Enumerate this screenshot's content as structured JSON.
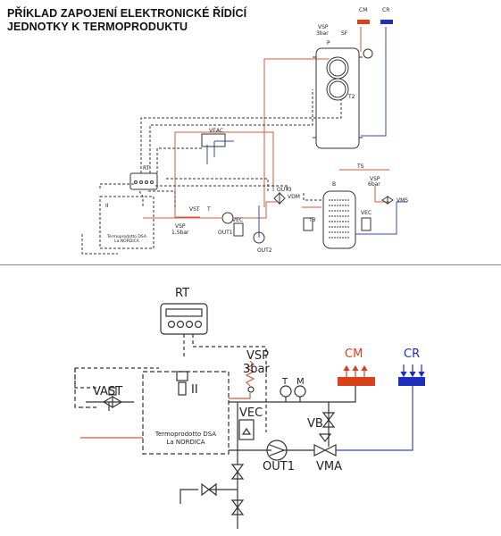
{
  "title": {
    "line1": "PŘÍKLAD ZAPOJENÍ ELEKTRONICKÉ ŘÍDÍCÍ",
    "line2": "JEDNOTKY K TERMOPRODUKTU"
  },
  "top": {
    "cm": "CM",
    "cr": "CR",
    "vsp_a": "VSP",
    "vsp_a_val": "3bar",
    "sf": "SF",
    "p": "P",
    "t2": "T2",
    "veac": "VEAC",
    "rt": "RT",
    "ts": "TS",
    "b": "B",
    "vsp_b": "VSP",
    "vsp_b_val": "6bar",
    "vms": "VMS",
    "out3": "OUT3",
    "vdm": "VDM",
    "vec_a": "VEC",
    "vec_b": "VEC",
    "t3": "T3",
    "ii": "II",
    "vst": "VST",
    "t": "T",
    "vsp_c": "VSP",
    "vsp_c_val": "1,5bar",
    "out1": "OUT1",
    "out2": "OUT2",
    "boiler_line1": "Termoprodotto DSA",
    "boiler_line2": "La NORDICA"
  },
  "bottom": {
    "rt": "RT",
    "vsp": "VSP",
    "vsp_val": "3bar",
    "cm": "CM",
    "cr": "CR",
    "vast": "VAST",
    "ii": "II",
    "t": "T",
    "m": "M",
    "vec": "VEC",
    "vb": "VB",
    "vma": "VMA",
    "out1": "OUT1",
    "boiler_line1": "Termoprodotto DSA",
    "boiler_line2": "La NORDICA"
  },
  "colors": {
    "hot": "#d9573a",
    "cold": "#3a47b8",
    "line": "#333333",
    "cm_block": "#d9411b",
    "cr_block": "#1e2fbf"
  }
}
